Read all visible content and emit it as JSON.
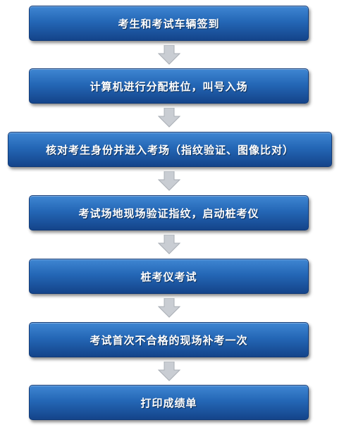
{
  "flowchart": {
    "steps": [
      {
        "label": "考生和考试车辆签到"
      },
      {
        "label": "计算机进行分配桩位，叫号入场"
      },
      {
        "label": "核对考生身份并进入考场（指纹验证、图像比对）"
      },
      {
        "label": "考试场地现场验证指纹，启动桩考仪"
      },
      {
        "label": "桩考仪考试"
      },
      {
        "label": "考试首次不合格的现场补考一次"
      },
      {
        "label": "打印成绩单"
      }
    ],
    "colors": {
      "box_top": "#3f86d2",
      "box_bottom": "#14448a",
      "arrow_fill": "#c9cdd3",
      "text": "#ffffff"
    }
  }
}
